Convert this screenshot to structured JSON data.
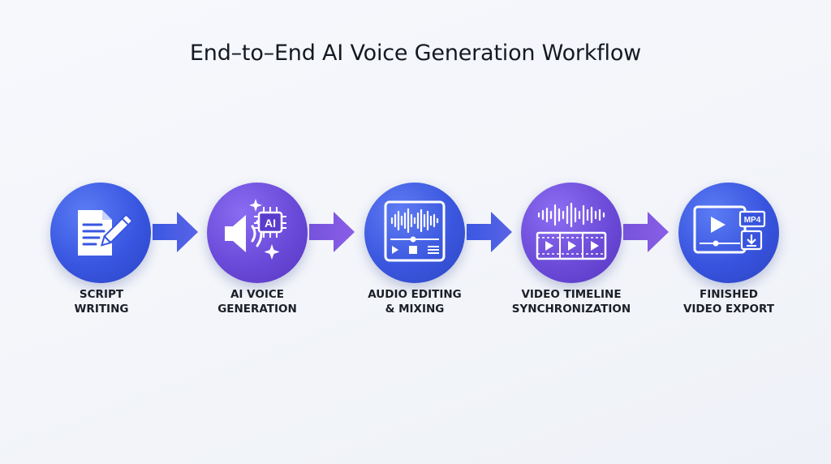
{
  "title": "End–to–End AI Voice Generation Workflow",
  "colors": {
    "blue": "#3856e0",
    "purple": "#6a4ad8",
    "arrow_blue": "#3f5fe4",
    "arrow_purple": "#7a55e0"
  },
  "steps": [
    {
      "icon": "document-pen-icon",
      "line1": "SCRIPT",
      "line2": "WRITING"
    },
    {
      "icon": "ai-speaker-icon",
      "line1": "AI VOICE",
      "line2": "GENERATION",
      "chip_text": "AI"
    },
    {
      "icon": "audio-editor-icon",
      "line1": "AUDIO EDITING",
      "line2": "& MIXING"
    },
    {
      "icon": "waveform-filmstrip-icon",
      "line1": "VIDEO TIMELINE",
      "line2": "SYNCHRONIZATION"
    },
    {
      "icon": "video-export-icon",
      "line1": "FINISHED",
      "line2": "VIDEO EXPORT",
      "badge_text": "MP4"
    }
  ]
}
